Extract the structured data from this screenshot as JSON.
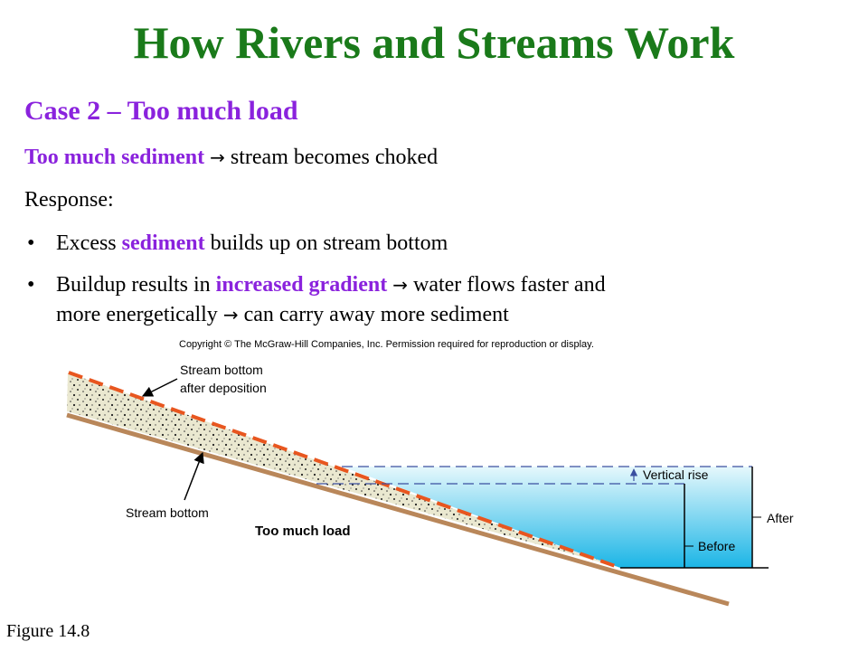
{
  "slide": {
    "title": "How Rivers and Streams Work",
    "subtitle": "Case 2 – Too much load",
    "line1": {
      "highlight": "Too much sediment",
      "arrow": "→",
      "rest": " stream becomes choked"
    },
    "line2": "Response:",
    "bullets": [
      {
        "bullet": "•",
        "pre": "Excess ",
        "highlight": "sediment",
        "post": " builds up on stream bottom"
      },
      {
        "bullet": "•",
        "pre": "Buildup results in ",
        "highlight": "increased gradient",
        "arrow1": "→",
        "mid": " water flows faster and",
        "line2_pre": "more energetically ",
        "arrow2": "→",
        "line2_post": " can carry away more sediment"
      }
    ],
    "figure_label": "Figure 14.8"
  },
  "diagram": {
    "copyright": "Copyright © The McGraw-Hill Companies, Inc. Permission required for reproduction or display.",
    "label_after_deposition_1": "Stream bottom",
    "label_after_deposition_2": "after deposition",
    "label_stream_bottom": "Stream bottom",
    "label_too_much_load": "Too much load",
    "label_vertical_rise": "Vertical rise",
    "label_after": "After",
    "label_before": "Before",
    "colors": {
      "title": "#1a7a1a",
      "highlight": "#8a22dd",
      "dashed_profile": "#e8561f",
      "stream_bed": "#b9875a",
      "water_top": "#e6f8fc",
      "water_bottom": "#1bb5e6",
      "sediment": "#eae8d0",
      "water_level_line": "#3a4fa0"
    }
  }
}
